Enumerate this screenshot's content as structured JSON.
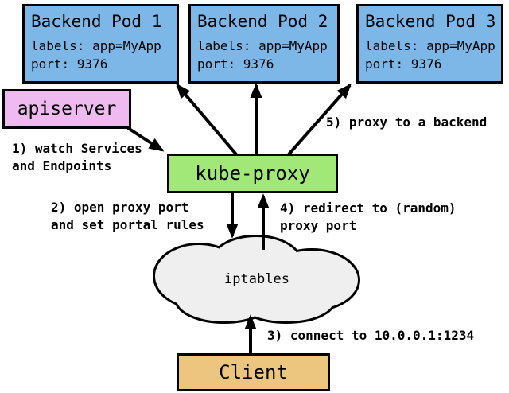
{
  "diagram": {
    "colors": {
      "background": "#ffffff",
      "border": "#000000",
      "arrow": "#000000",
      "pod_fill": "#7cb7e8",
      "apiserver_fill": "#efbaef",
      "kubeproxy_fill": "#a1e878",
      "client_fill": "#ecc57e",
      "cloud_fill": "#efefef"
    },
    "pods": [
      {
        "title": "Backend Pod 1",
        "labels_line": "labels: app=MyApp",
        "port_line": "port: 9376"
      },
      {
        "title": "Backend Pod 2",
        "labels_line": "labels: app=MyApp",
        "port_line": "port: 9376"
      },
      {
        "title": "Backend Pod 3",
        "labels_line": "labels: app=MyApp",
        "port_line": "port: 9376"
      }
    ],
    "nodes": {
      "apiserver": "apiserver",
      "kube_proxy": "kube-proxy",
      "iptables": "iptables",
      "client": "Client"
    },
    "annotations": {
      "step1": {
        "line1": "1) watch Services",
        "line2": "and Endpoints"
      },
      "step2": {
        "line1": "2) open proxy port",
        "line2": "and set portal rules"
      },
      "step3": {
        "line1": "3) connect to 10.0.0.1:1234"
      },
      "step4": {
        "line1": "4) redirect to (random)",
        "line2": "proxy port"
      },
      "step5": {
        "line1": "5) proxy to a backend"
      }
    }
  }
}
